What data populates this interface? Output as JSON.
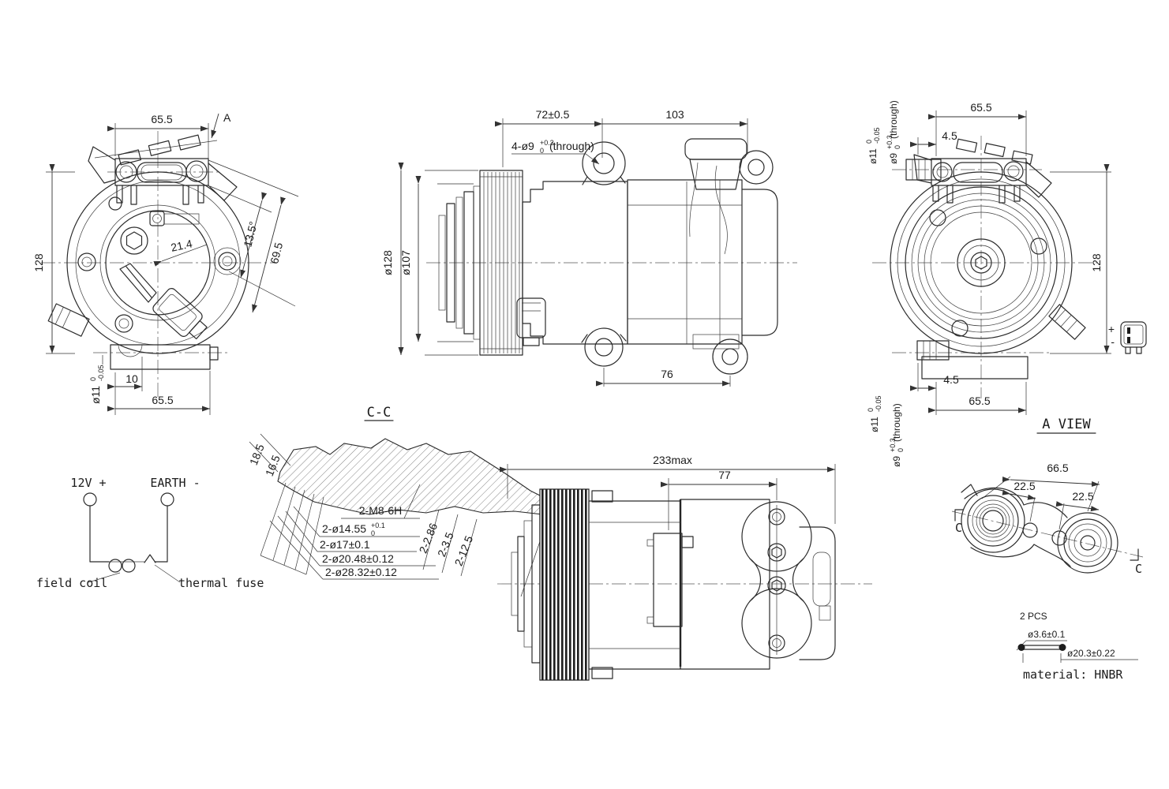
{
  "colors": {
    "line": "#2b2b2b",
    "background": "#ffffff"
  },
  "front_view": {
    "dim_top_width": "65.5",
    "view_arrow": "A",
    "dim_angle": "13.5°",
    "dim_slant": "69.5",
    "dim_center_offset": "21.4",
    "dim_height": "128",
    "shaft": {
      "base": "ø11",
      "tol_up": "0",
      "tol_dn": "-0.05"
    },
    "dim_foot_inset": "10",
    "dim_foot_width": "65.5"
  },
  "side_view": {
    "dim_front": "72±0.5",
    "dim_rear": "103",
    "hole_note": {
      "base": "4-ø9",
      "tol_up": "+0.3",
      "tol_dn": "0",
      "suffix": "(through)"
    },
    "dim_pulley_od": "ø128",
    "dim_pulley_pitch": "ø107",
    "dim_bottom_span": "76"
  },
  "a_view": {
    "dim_top_width": "65.5",
    "dim_top_inset": "4.5",
    "hole_top": {
      "base": "ø9",
      "tol_up": "+0.3",
      "tol_dn": "0",
      "suffix": "(through)"
    },
    "shaft_top": {
      "base": "ø11",
      "tol_up": "0",
      "tol_dn": "-0.05"
    },
    "dim_height": "128",
    "shaft_bottom": {
      "base": "ø11",
      "tol_up": "0",
      "tol_dn": "-0.05"
    },
    "hole_bottom": {
      "base": "ø9",
      "tol_up": "+0.3",
      "tol_dn": "0",
      "suffix": "(through)"
    },
    "dim_bottom_inset": "4.5",
    "dim_bottom_width": "65.5",
    "title": "A VIEW",
    "connector": {
      "plus": "+",
      "minus": "-"
    }
  },
  "circuit": {
    "left_terminal": "12V +",
    "right_terminal": "EARTH -",
    "coil_label": "field coil",
    "fuse_label": "thermal fuse"
  },
  "section_cc": {
    "title": "C-C",
    "dim_depth_a": "18.5",
    "dim_depth_b": "16.5",
    "thread_note": "2-M8-6H",
    "bore_1": {
      "base": "2-ø14.55",
      "tol_up": "+0.1",
      "tol_dn": "0"
    },
    "bore_2": "2-ø17±0.1",
    "bore_3": "2-ø20.48±0.12",
    "bore_4": "2-ø28.32±0.12",
    "depth_1": "2-2.86",
    "depth_2": "2-3.5",
    "depth_3": "2-12.5"
  },
  "top_view": {
    "dim_overall": "233max",
    "dim_port_span": "77"
  },
  "port_view": {
    "dim_overall": "66.5",
    "dim_left_port": "22.5",
    "dim_right_port": "22.5",
    "section_left": "C",
    "section_right": "C"
  },
  "seal_detail": {
    "qty": "2 PCS",
    "dim_cross_section": "ø3.6±0.1",
    "dim_outer": "ø20.3±0.22",
    "material": "material: HNBR"
  }
}
